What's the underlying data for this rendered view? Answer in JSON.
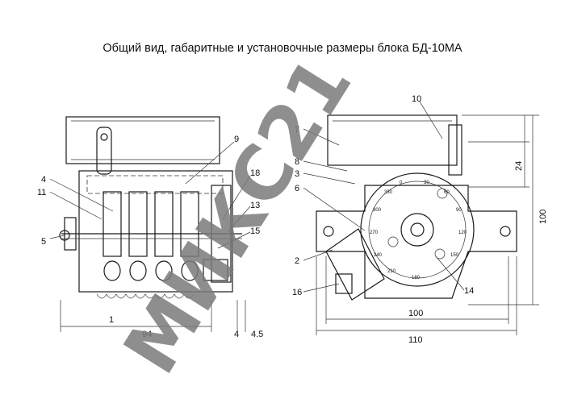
{
  "title": "Общий вид, габаритные и установочные размеры блока БД-10МА",
  "watermark": "МИКС21",
  "callouts": [
    "10",
    "9",
    "7",
    "8",
    "3",
    "6",
    "4",
    "11",
    "18",
    "13",
    "15",
    "5",
    "2",
    "16",
    "14",
    "1"
  ],
  "dimensions": {
    "d94": "94",
    "d4": "4",
    "d45": "4.5",
    "d100h": "100",
    "d110": "110",
    "d24": "24",
    "d100v": "100"
  },
  "dial_scale": [
    "0",
    "30",
    "60",
    "90",
    "120",
    "150",
    "180",
    "210",
    "240",
    "270",
    "300",
    "330"
  ],
  "colors": {
    "line": "#1a1a1a",
    "watermark": "#7a7a7a"
  }
}
